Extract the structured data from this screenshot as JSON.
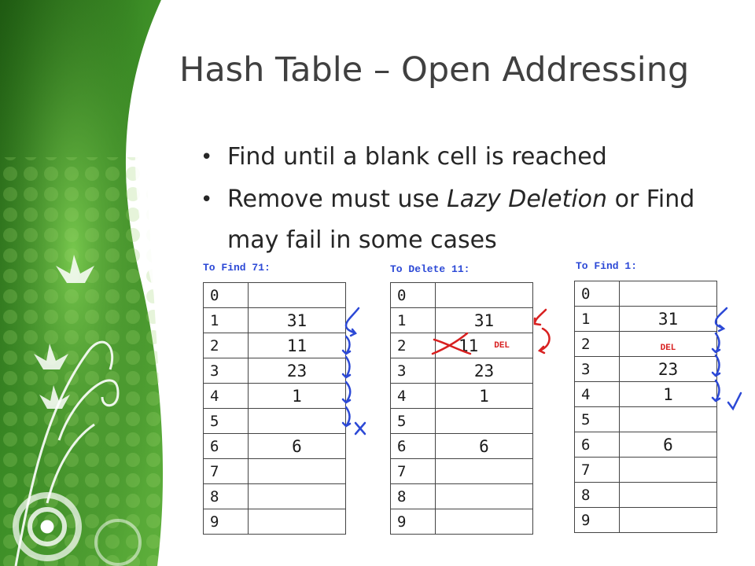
{
  "title": "Hash Table – Open Addressing",
  "bullets": [
    {
      "plain": "Find until a blank cell is reached"
    },
    {
      "before": "Remove must use ",
      "emphasis": "Lazy Deletion",
      "after": " or Find may fail in some cases"
    }
  ],
  "tables": [
    {
      "caption": "To Find 71:",
      "rows": [
        {
          "index": "0",
          "value": ""
        },
        {
          "index": "1",
          "value": "31"
        },
        {
          "index": "2",
          "value": "11"
        },
        {
          "index": "3",
          "value": "23"
        },
        {
          "index": "4",
          "value": "1"
        },
        {
          "index": "5",
          "value": ""
        },
        {
          "index": "6",
          "value": "6"
        },
        {
          "index": "7",
          "value": ""
        },
        {
          "index": "8",
          "value": ""
        },
        {
          "index": "9",
          "value": ""
        }
      ]
    },
    {
      "caption": "To Delete 11:",
      "rows": [
        {
          "index": "0",
          "value": ""
        },
        {
          "index": "1",
          "value": "31"
        },
        {
          "index": "2",
          "value": "11",
          "struck": true,
          "mark": "DEL"
        },
        {
          "index": "3",
          "value": "23"
        },
        {
          "index": "4",
          "value": "1"
        },
        {
          "index": "5",
          "value": ""
        },
        {
          "index": "6",
          "value": "6"
        },
        {
          "index": "7",
          "value": ""
        },
        {
          "index": "8",
          "value": ""
        },
        {
          "index": "9",
          "value": ""
        }
      ]
    },
    {
      "caption": "To Find 1:",
      "rows": [
        {
          "index": "0",
          "value": ""
        },
        {
          "index": "1",
          "value": "31"
        },
        {
          "index": "2",
          "value": "",
          "mark": "DEL"
        },
        {
          "index": "3",
          "value": "23"
        },
        {
          "index": "4",
          "value": "1"
        },
        {
          "index": "5",
          "value": ""
        },
        {
          "index": "6",
          "value": "6"
        },
        {
          "index": "7",
          "value": ""
        },
        {
          "index": "8",
          "value": ""
        },
        {
          "index": "9",
          "value": ""
        }
      ]
    }
  ],
  "colors": {
    "probe_arrows": "#2c49d6",
    "delete_marks": "#d82020",
    "background_green": "#3f8f2a"
  }
}
